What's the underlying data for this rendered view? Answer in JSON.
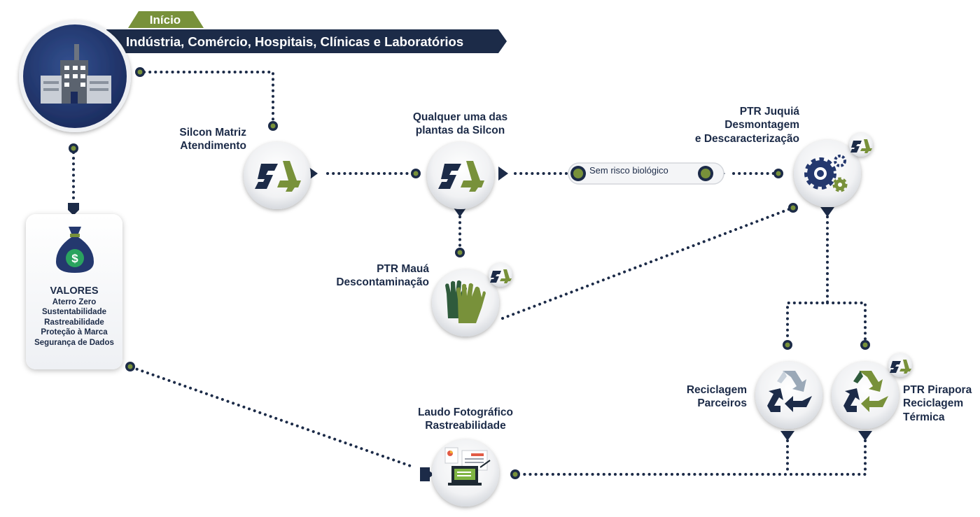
{
  "header": {
    "tab_label": "Início",
    "banner_text": "Indústria, Comércio, Hospitais, Clínicas e Laboratórios"
  },
  "values_card": {
    "title": "VALORES",
    "items": [
      "Aterro Zero",
      "Sustentabilidade",
      "Rastreabilidade",
      "Proteção à Marca",
      "Segurança de Dados"
    ]
  },
  "nodes": {
    "matriz": {
      "lines": [
        "Silcon Matriz",
        "Atendimento"
      ]
    },
    "plantas": {
      "lines": [
        "Qualquer uma das",
        "plantas da Silcon"
      ]
    },
    "juquia": {
      "lines": [
        "PTR Juquiá",
        "Desmontagem",
        "e Descaracterização"
      ]
    },
    "maua": {
      "lines": [
        "PTR Mauá",
        "Descontaminação"
      ]
    },
    "laudo": {
      "lines": [
        "Laudo Fotográfico",
        "Rastreabilidade"
      ]
    },
    "parceiros": {
      "lines": [
        "Reciclagem",
        "Parceiros"
      ]
    },
    "pirapora": {
      "lines": [
        "PTR Pirapora",
        "Reciclagem",
        "Térmica"
      ]
    }
  },
  "biorisk_badge": {
    "label": "Sem risco biológico"
  },
  "colors": {
    "navy": "#1c2b48",
    "green": "#78913a",
    "circle_blue": "#24386e",
    "connector": "#1c2b48"
  }
}
